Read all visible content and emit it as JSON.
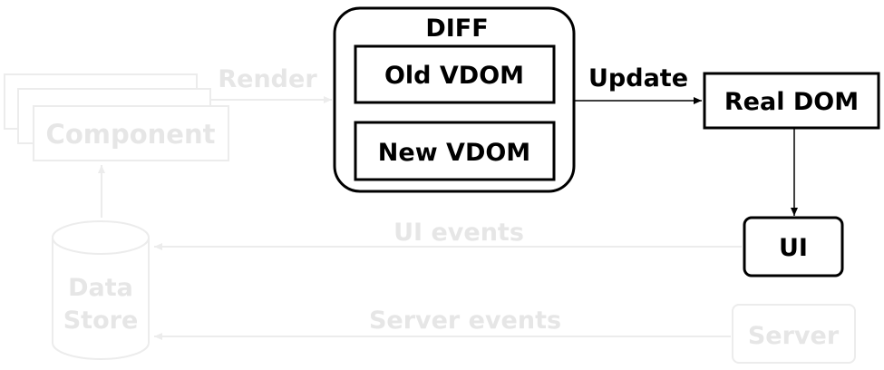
{
  "colors": {
    "active": "#000000",
    "faded": "#ececec",
    "faded_text": "#e6e6e6",
    "background": "#ffffff"
  },
  "nodes": {
    "diff_title": "DIFF",
    "old_vdom": "Old VDOM",
    "new_vdom": "New VDOM",
    "real_dom": "Real DOM",
    "ui": "UI",
    "component": "Component",
    "data_store_line1": "Data",
    "data_store_line2": "Store",
    "server": "Server"
  },
  "edges": {
    "render": "Render",
    "update": "Update",
    "ui_events": "UI events",
    "server_events": "Server events"
  }
}
